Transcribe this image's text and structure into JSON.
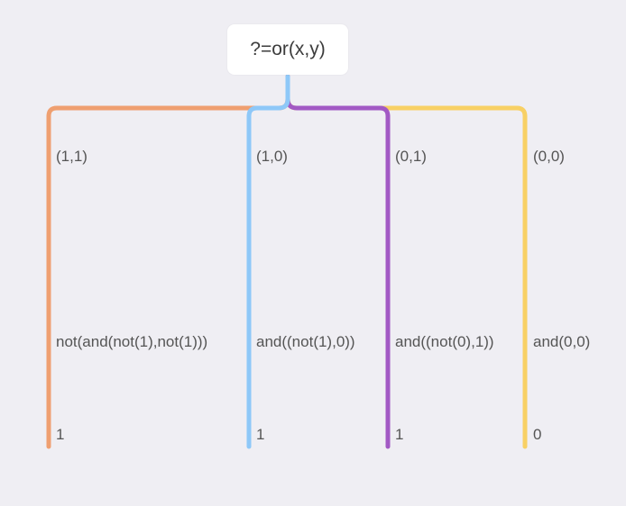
{
  "root": {
    "label": "?=or(x,y)"
  },
  "branches": [
    {
      "input": "(1,1)",
      "expression": "not(and(not(1),not(1)))",
      "result": "1",
      "color": "#ef9f70"
    },
    {
      "input": "(1,0)",
      "expression": "and((not(1),0))",
      "result": "1",
      "color": "#8ec8f8"
    },
    {
      "input": "(0,1)",
      "expression": "and((not(0),1))",
      "result": "1",
      "color": "#a259c4"
    },
    {
      "input": "(0,0)",
      "expression": "and(0,0)",
      "result": "0",
      "color": "#f8d064"
    }
  ]
}
